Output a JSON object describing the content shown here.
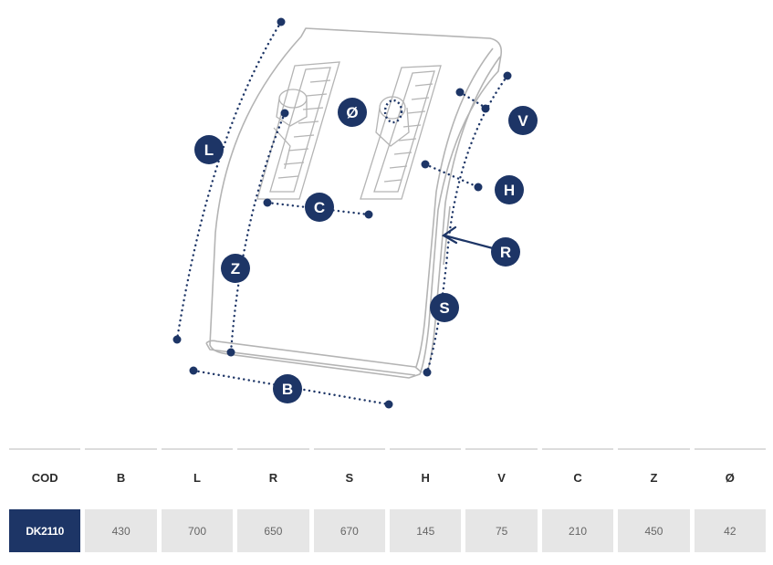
{
  "diagram": {
    "badges": {
      "L": "L",
      "Z": "Z",
      "C": "C",
      "O": "Ø",
      "V": "V",
      "H": "H",
      "R": "R",
      "S": "S",
      "B": "B"
    },
    "colors": {
      "accent": "#1d3566",
      "outline": "#b4b4b4",
      "dots": "#1d3566"
    }
  },
  "table": {
    "headers": [
      "COD",
      "B",
      "L",
      "R",
      "S",
      "H",
      "V",
      "C",
      "Z",
      "Ø"
    ],
    "row": {
      "code": "DK2110",
      "values": [
        "430",
        "700",
        "650",
        "670",
        "145",
        "75",
        "210",
        "450",
        "42"
      ]
    }
  }
}
